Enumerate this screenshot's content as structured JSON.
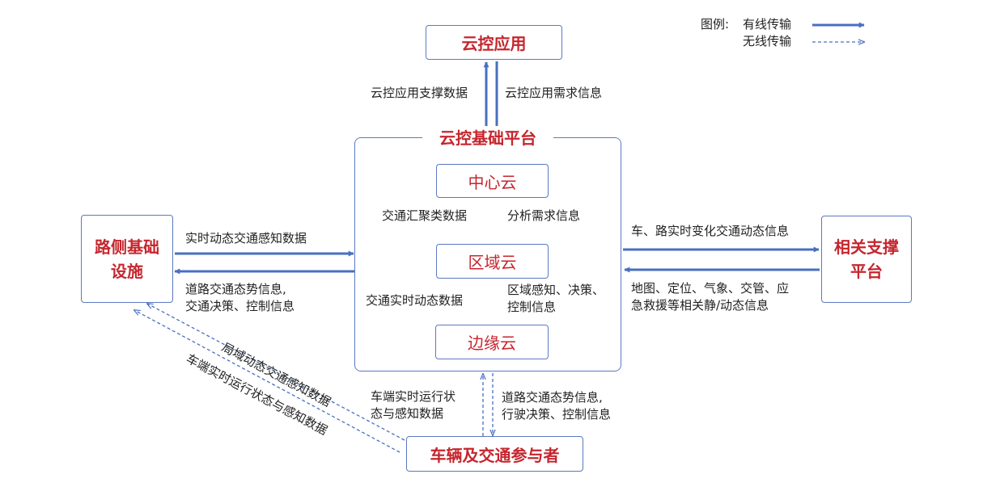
{
  "legend": {
    "title": "图例:",
    "wired": "有线传输",
    "wireless": "无线传输"
  },
  "nodes": {
    "cloud_app": "云控应用",
    "platform": "云控基础平台",
    "center_cloud": "中心云",
    "region_cloud": "区域云",
    "edge_cloud": "边缘云",
    "roadside_line1": "路侧基础",
    "roadside_line2": "设施",
    "support_line1": "相关支撑",
    "support_line2": "平台",
    "vehicles": "车辆及交通参与者"
  },
  "edge_labels": {
    "app_support_data": "云控应用支撑数据",
    "app_demand_info": "云控应用需求信息",
    "traffic_agg_data": "交通汇聚类数据",
    "analysis_demand": "分析需求信息",
    "realtime_traffic_data": "交通实时动态数据",
    "region_info_1": "区域感知、决策、",
    "region_info_2": "控制信息",
    "roadside_up": "实时动态交通感知数据",
    "roadside_down_1": "道路交通态势信息,",
    "roadside_down_2": "交通决策、控制信息",
    "support_in": "车、路实时变化交通动态信息",
    "support_out_1": "地图、定位、气象、交管、应",
    "support_out_2": "急救援等相关静/动态信息",
    "vehicle_up_1": "车端实时运行状",
    "vehicle_up_2": "态与感知数据",
    "vehicle_down_1": "道路交通态势信息,",
    "vehicle_down_2": "行驶决策、控制信息",
    "diag_1": "局域动态交通感知数据",
    "diag_2": "车端实时运行状态与感知数据"
  },
  "colors": {
    "line": "#4a6fc0",
    "box_border": "#5b79c2",
    "node_text": "#c6262e"
  }
}
